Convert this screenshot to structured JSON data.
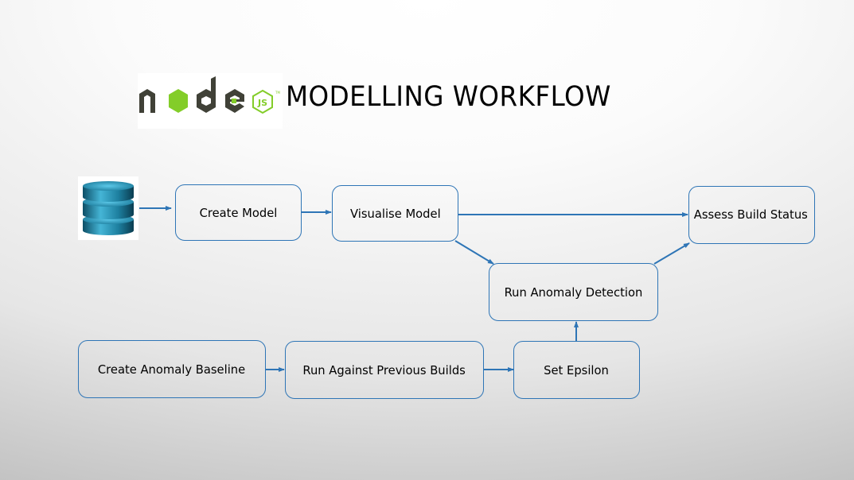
{
  "header": {
    "logo_text": "node js",
    "title": "MODELLING WORKFLOW"
  },
  "colors": {
    "box_border": "#2e75b6",
    "arrow": "#2e75b6",
    "node_green": "#83cd29",
    "node_dark": "#404137",
    "db_teal": "#2a8fb0"
  },
  "diagram": {
    "data_source_icon": "database-icon",
    "nodes": {
      "create_model": "Create Model",
      "visualise_model": "Visualise Model",
      "assess_build_status": "Assess Build Status",
      "run_anomaly_detection": "Run Anomaly Detection",
      "create_anomaly_baseline": "Create Anomaly Baseline",
      "run_against_previous_builds": "Run Against Previous Builds",
      "set_epsilon": "Set Epsilon"
    },
    "edges": [
      {
        "from": "database",
        "to": "create_model"
      },
      {
        "from": "create_model",
        "to": "visualise_model"
      },
      {
        "from": "visualise_model",
        "to": "assess_build_status"
      },
      {
        "from": "visualise_model",
        "to": "run_anomaly_detection"
      },
      {
        "from": "run_anomaly_detection",
        "to": "assess_build_status"
      },
      {
        "from": "create_anomaly_baseline",
        "to": "run_against_previous_builds"
      },
      {
        "from": "run_against_previous_builds",
        "to": "set_epsilon"
      },
      {
        "from": "set_epsilon",
        "to": "run_anomaly_detection"
      }
    ]
  }
}
